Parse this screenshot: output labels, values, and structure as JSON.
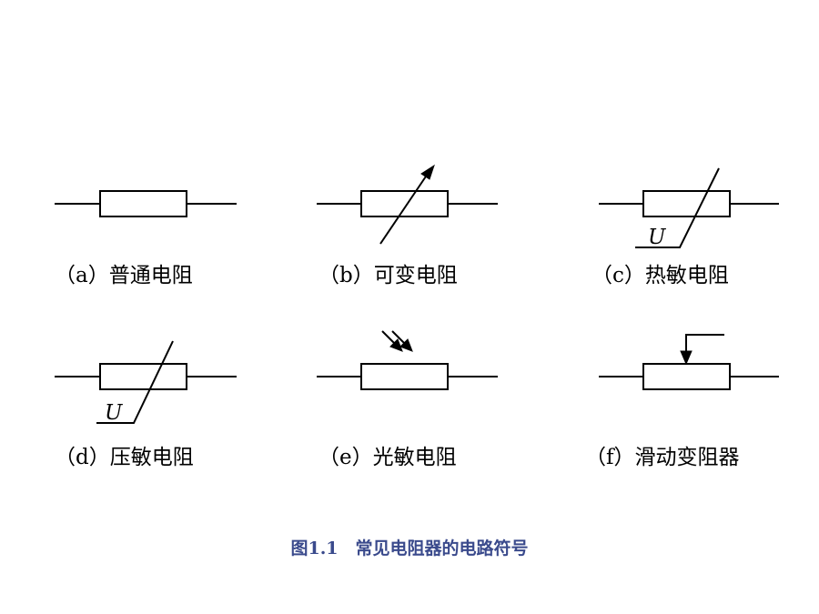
{
  "symbols": [
    {
      "id": "a",
      "caption": "（a）普通电阻"
    },
    {
      "id": "b",
      "caption": "（b）可变电阻"
    },
    {
      "id": "c",
      "caption": "（c）热敏电阻",
      "mark": "U"
    },
    {
      "id": "d",
      "caption": "（d）压敏电阻",
      "mark": "U"
    },
    {
      "id": "e",
      "caption": "（e）光敏电阻"
    },
    {
      "id": "f",
      "caption": "（f）滑动变阻器"
    }
  ],
  "figure_title": "图1.1　常见电阻器的电路符号",
  "colors": {
    "title": "#3a4a8c",
    "stroke": "#000000"
  }
}
